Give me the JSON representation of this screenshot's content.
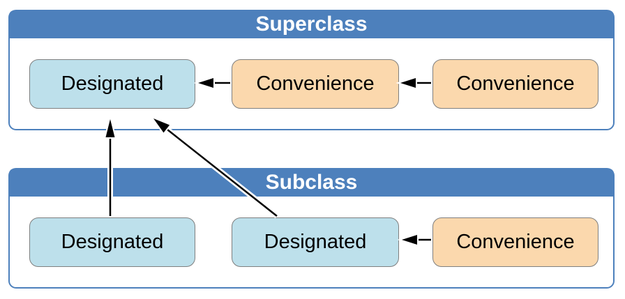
{
  "diagram": {
    "superclass": {
      "title": "Superclass",
      "boxes": [
        {
          "id": "superclass-designated",
          "label": "Designated",
          "kind": "designated"
        },
        {
          "id": "superclass-convenience-1",
          "label": "Convenience",
          "kind": "convenience"
        },
        {
          "id": "superclass-convenience-2",
          "label": "Convenience",
          "kind": "convenience"
        }
      ]
    },
    "subclass": {
      "title": "Subclass",
      "boxes": [
        {
          "id": "subclass-designated-1",
          "label": "Designated",
          "kind": "designated"
        },
        {
          "id": "subclass-designated-2",
          "label": "Designated",
          "kind": "designated"
        },
        {
          "id": "subclass-convenience",
          "label": "Convenience",
          "kind": "convenience"
        }
      ]
    },
    "arrows": [
      {
        "name": "arrow-superclass-convenience1-to-designated",
        "from": "superclass-convenience-1",
        "to": "superclass-designated",
        "direction": "left"
      },
      {
        "name": "arrow-superclass-convenience2-to-convenience1",
        "from": "superclass-convenience-2",
        "to": "superclass-convenience-1",
        "direction": "left"
      },
      {
        "name": "arrow-subclass-designated1-to-superclass-designated",
        "from": "subclass-designated-1",
        "to": "superclass-designated",
        "direction": "up"
      },
      {
        "name": "arrow-subclass-designated2-to-superclass-designated",
        "from": "subclass-designated-2",
        "to": "superclass-designated",
        "direction": "up-left"
      },
      {
        "name": "arrow-subclass-convenience-to-designated2",
        "from": "subclass-convenience",
        "to": "subclass-designated-2",
        "direction": "left"
      }
    ],
    "colors": {
      "frame_blue": "#4d80bc",
      "designated_fill": "#bde0eb",
      "convenience_fill": "#fbd8ad",
      "box_border": "#7f7f7f",
      "arrow_black": "#000000",
      "arrow_halo": "#ffffff",
      "header_text": "#ffffff",
      "label_text": "#000000",
      "background": "#ffffff"
    }
  }
}
